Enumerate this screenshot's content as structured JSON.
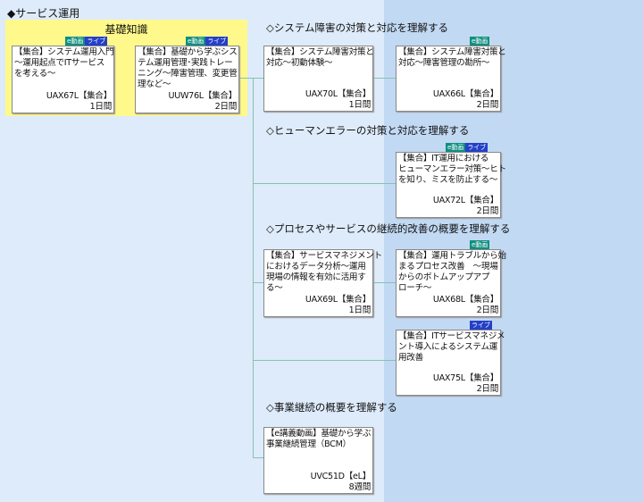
{
  "section_title": "◆サービス運用",
  "basic": {
    "title": "基礎知識"
  },
  "badges": {
    "e": "e動画",
    "live": "ライブ"
  },
  "headings": [
    "◇システム障害の対策と対応を理解する",
    "◇ヒューマンエラーの対策と対応を理解する",
    "◇プロセスやサービスの継続的改善の概要を理解する",
    "◇事業継続の概要を理解する"
  ],
  "cards": [
    {
      "text": "【集合】システム運用入門\n～運用起点でITサービス\nを考える～",
      "code": "UAX67L【集合】",
      "duration": "1日間"
    },
    {
      "text": "【集合】基礎から学ぶシス\nテム運用管理･実践トレー\nニング～障害管理、変更管\n理など～",
      "code": "UUW76L【集合】",
      "duration": "2日間"
    },
    {
      "text": "【集合】システム障害対策と\n対応～初動体験～",
      "code": "UAX70L【集合】",
      "duration": "1日間"
    },
    {
      "text": "【集合】システム障害対策と\n対応～障害管理の勘所～",
      "code": "UAX66L【集合】",
      "duration": "2日間"
    },
    {
      "text": "【集合】IT運用における\nヒューマンエラー対策～ヒト\nを知り、ミスを防止する～",
      "code": "UAX72L【集合】",
      "duration": "2日間"
    },
    {
      "text": "【集合】サービスマネジメント\nにおけるデータ分析～運用\n現場の情報を有効に活用す\nる～",
      "code": "UAX69L【集合】",
      "duration": "1日間"
    },
    {
      "text": "【集合】運用トラブルから始\nまるプロセス改善　～現場\nからのボトムアップアプ\nローチ～",
      "code": "UAX68L【集合】",
      "duration": "2日間"
    },
    {
      "text": "【集合】ITサービスマネジメ\nント導入によるシステム運\n用改善",
      "code": "UAX75L【集合】",
      "duration": "2日間"
    },
    {
      "text": "【e講義動画】基礎から学ぶ\n事業継続管理（BCM）",
      "code": "UVC51D【eL】",
      "duration": "8週間"
    }
  ]
}
